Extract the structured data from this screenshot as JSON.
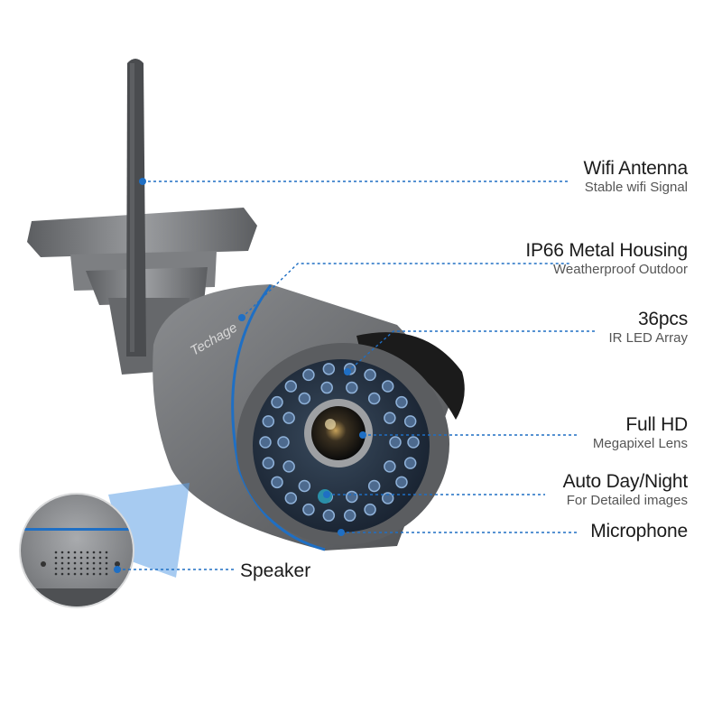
{
  "brand": "Techage",
  "callouts": {
    "wifi": {
      "title": "Wifi Antenna",
      "sub": "Stable wifi Signal"
    },
    "housing": {
      "title": "IP66 Metal Housing",
      "sub": "Weatherproof Outdoor"
    },
    "ir": {
      "title": "36pcs",
      "sub": "IR LED Array"
    },
    "lens": {
      "title": "Full HD",
      "sub": "Megapixel Lens"
    },
    "daynight": {
      "title": "Auto Day/Night",
      "sub": "For Detailed images"
    },
    "mic": {
      "title": "Microphone"
    },
    "speaker": {
      "title": "Speaker"
    }
  },
  "colors": {
    "accent": "#1f6fc4",
    "body": "#6f7174",
    "shade": "#1b1b1b"
  },
  "icons": [
    "camera-body",
    "antenna",
    "lens",
    "ir-led-array",
    "speaker-grill"
  ]
}
